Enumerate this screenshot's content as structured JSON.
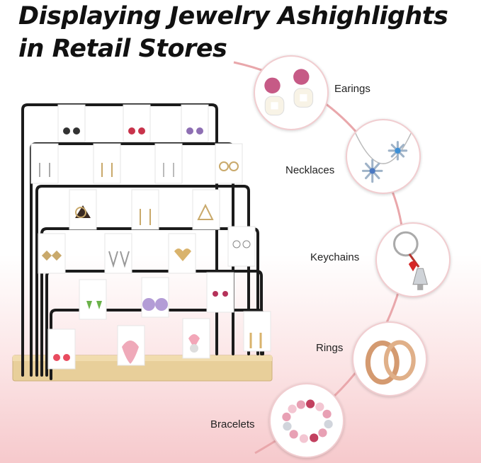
{
  "title": {
    "line1": "Displaying Jewelry Ashighlights",
    "line2": "in Retail Stores"
  },
  "categories": [
    {
      "label": "Earings",
      "icon": "earrings-icon"
    },
    {
      "label": "Necklaces",
      "icon": "necklace-icon"
    },
    {
      "label": "Keychains",
      "icon": "keychain-icon"
    },
    {
      "label": "Rings",
      "icon": "rings-icon"
    },
    {
      "label": "Bracelets",
      "icon": "bracelet-icon"
    }
  ],
  "colors": {
    "accent_arc": "#e9a7ab",
    "background_bottom": "#f6c9cc",
    "stand_metal": "#1b1b1b",
    "stand_wood": "#e8cf9a"
  }
}
